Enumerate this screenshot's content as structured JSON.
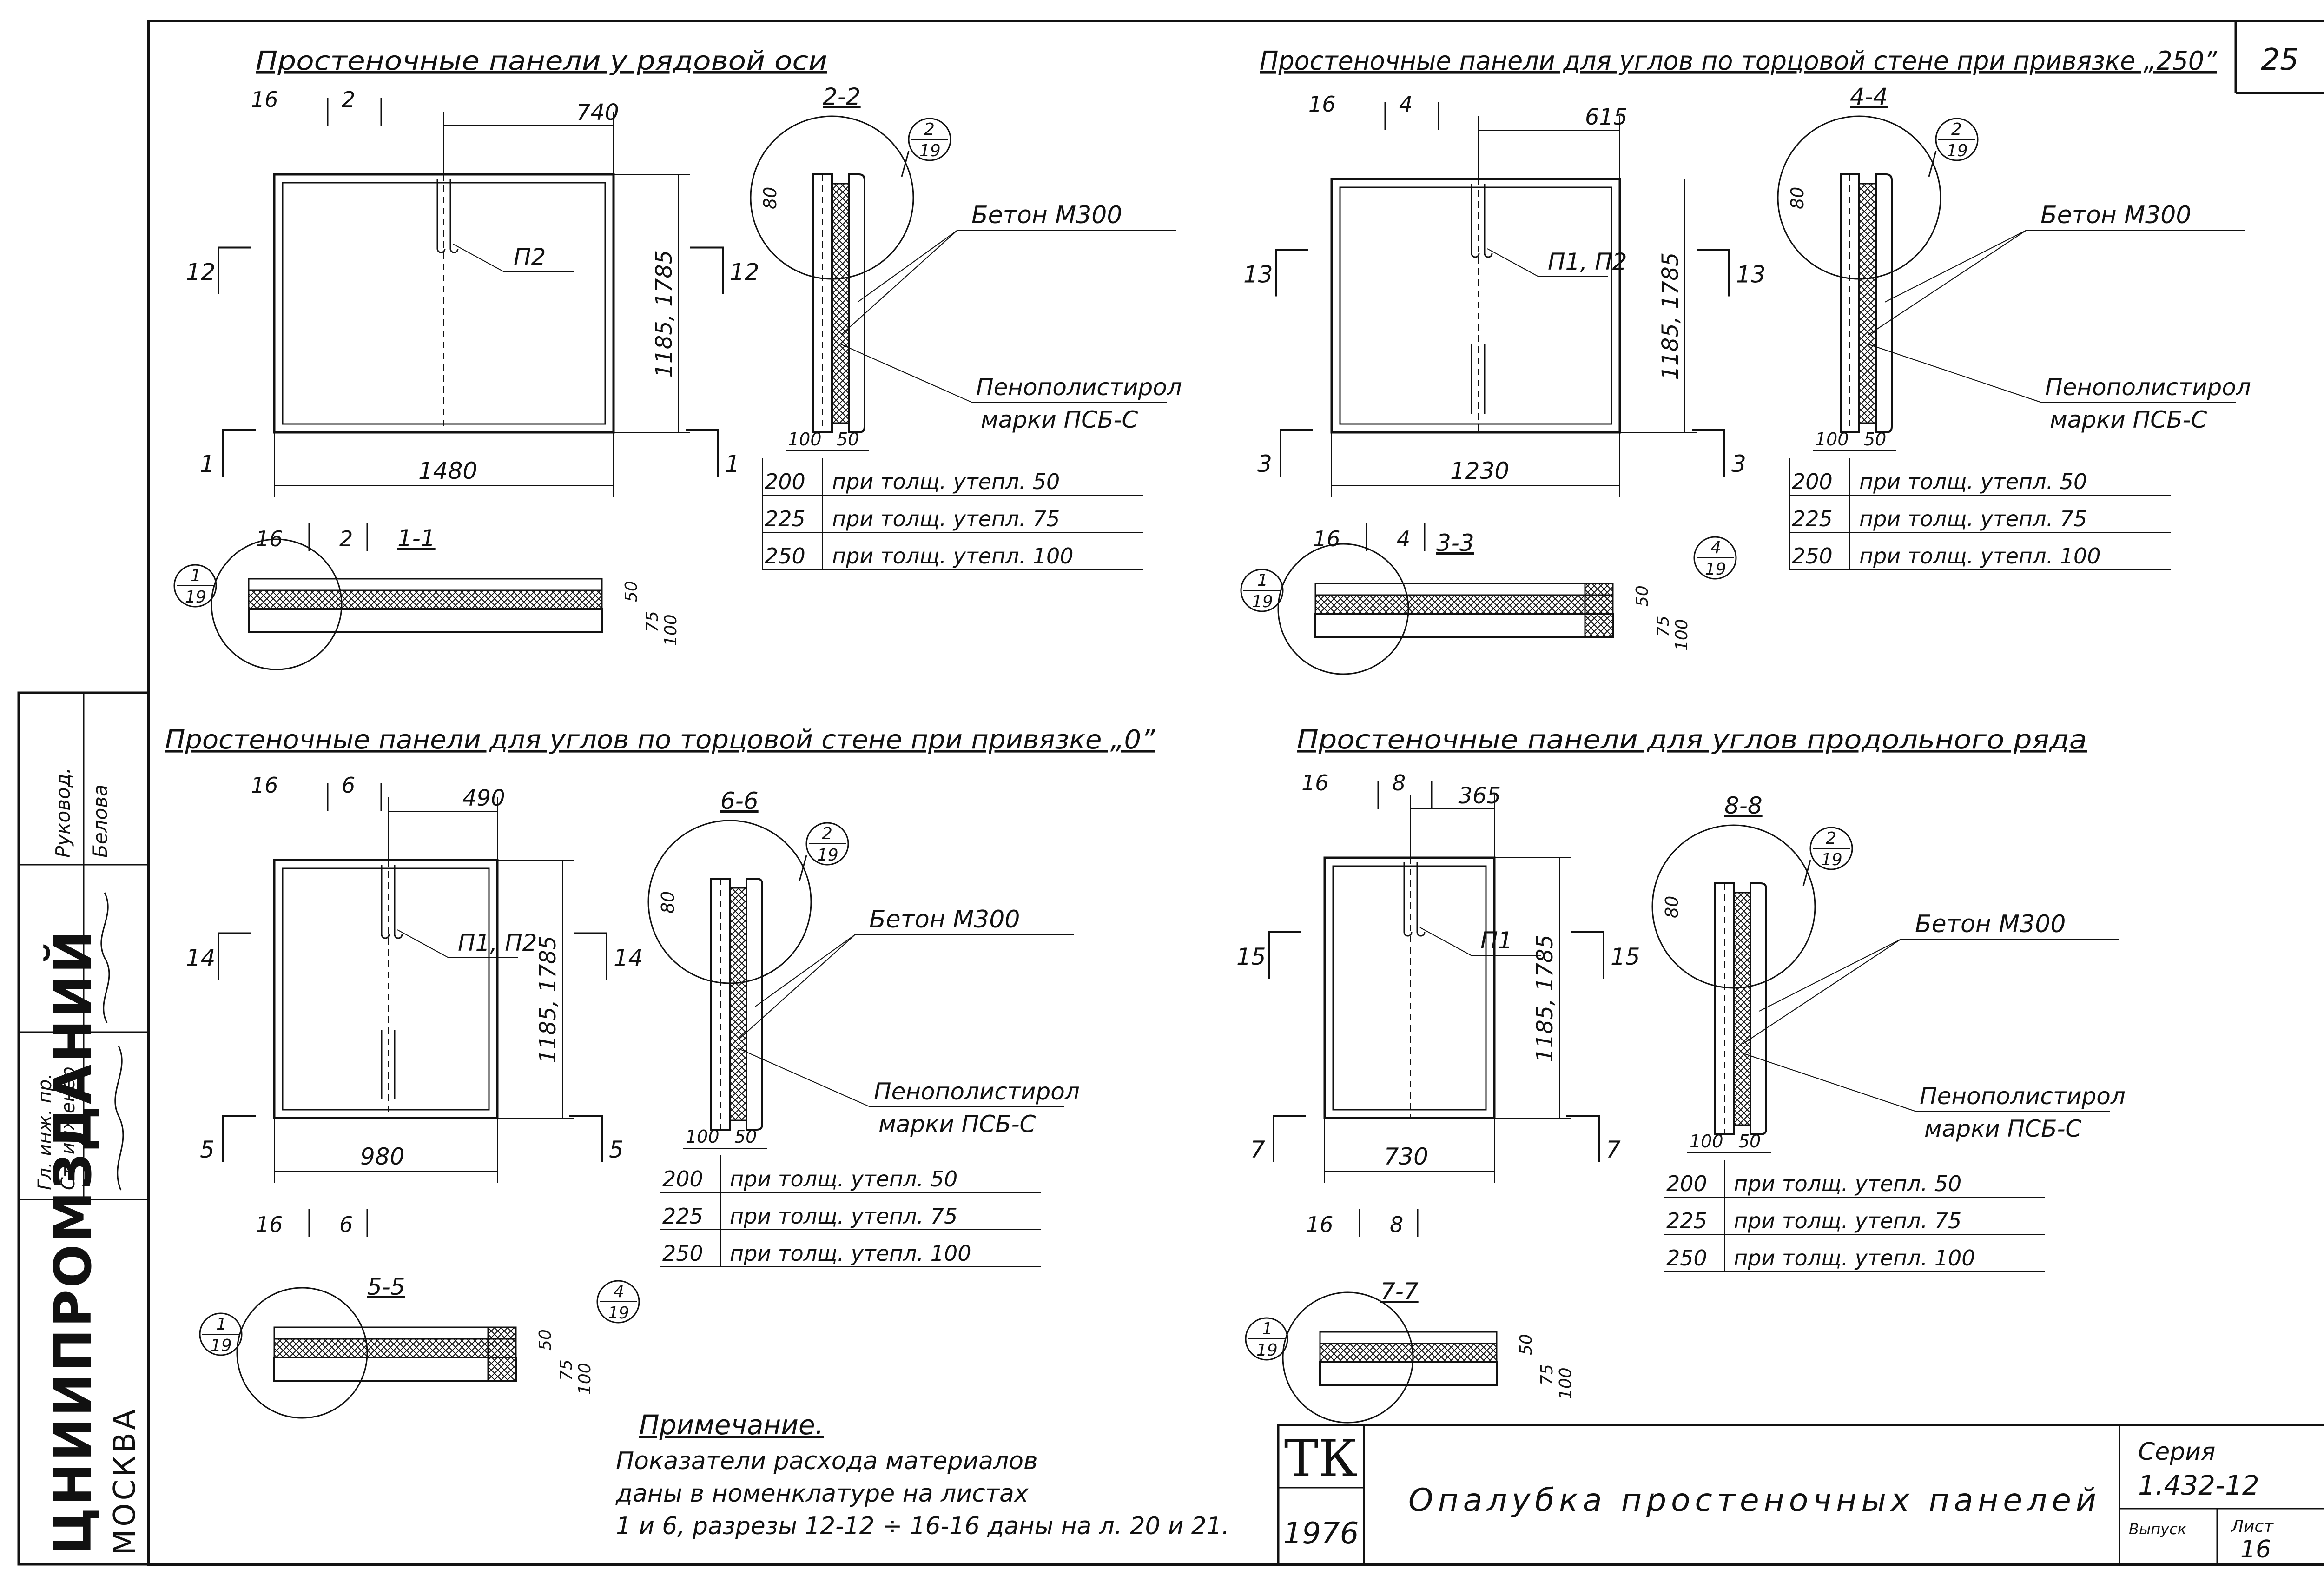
{
  "sheet": {
    "page_number": "25",
    "stamp_org": "ЦНИИПРОМЗДАНИЙ",
    "stamp_city": "МОСКВА",
    "sig_role_1": "Гл. инж. пр.",
    "sig_role_2": "Ст. инженер",
    "sig_role_3": "Руковод.",
    "sig_name_3": "Белова",
    "tk_mark": "ТК",
    "year": "1976",
    "title": "Опалубка простеночных панелей",
    "series_label": "Серия",
    "series_value": "1.432-12",
    "issue_label": "Выпуск",
    "sheet_label": "Лист",
    "sheet_value": "16"
  },
  "labels": {
    "concrete": "Бетон М300",
    "foam_1": "Пенополистирол",
    "foam_2": "марки ПСБ-С",
    "row_200": "200",
    "row_225": "225",
    "row_250": "250",
    "row_text_50": "при толщ. утепл. 50",
    "row_text_75": "при толщ. утепл. 75",
    "row_text_100": "при толщ. утепл. 100",
    "dim_100": "100",
    "dim_50": "50",
    "dim_80": "80",
    "dim_75": "75",
    "dim_16": "16",
    "dim_height": "1185, 1785",
    "callout_top": "2",
    "callout_bot": "19",
    "callout_1": "1",
    "callout_4": "4"
  },
  "panels": [
    {
      "title": "Простеночные панели у рядовой оси",
      "section_main": "2-2",
      "section_plan": "1-1",
      "cut_left": "12",
      "cut_right": "12",
      "cut_bottom_left": "1",
      "cut_bottom_right": "1",
      "width": "1480",
      "half": "740",
      "offset": "2",
      "insert": "П2"
    },
    {
      "title": "Простеночные панели для углов по торцовой стене при привязке „250”",
      "section_main": "4-4",
      "section_plan": "3-3",
      "cut_left": "13",
      "cut_right": "13",
      "cut_bottom_left": "3",
      "cut_bottom_right": "3",
      "width": "1230",
      "half": "615",
      "offset": "4",
      "insert": "П1, П2"
    },
    {
      "title": "Простеночные панели для углов по торцовой стене при привязке „0”",
      "section_main": "6-6",
      "section_plan": "5-5",
      "cut_left": "14",
      "cut_right": "14",
      "cut_bottom_left": "5",
      "cut_bottom_right": "5",
      "width": "980",
      "half": "490",
      "offset": "6",
      "insert": "П1, П2"
    },
    {
      "title": "Простеночные панели для углов продольного ряда",
      "section_main": "8-8",
      "section_plan": "7-7",
      "cut_left": "15",
      "cut_right": "15",
      "cut_bottom_left": "7",
      "cut_bottom_right": "7",
      "width": "730",
      "half": "365",
      "offset": "8",
      "insert": "П1"
    }
  ],
  "note": {
    "title": "Примечание.",
    "line1": "Показатели расхода материалов",
    "line2": "даны в номенклатуре на листах",
    "line3": "1 и 6, разрезы 12-12 ÷ 16-16 даны на л. 20 и 21."
  }
}
